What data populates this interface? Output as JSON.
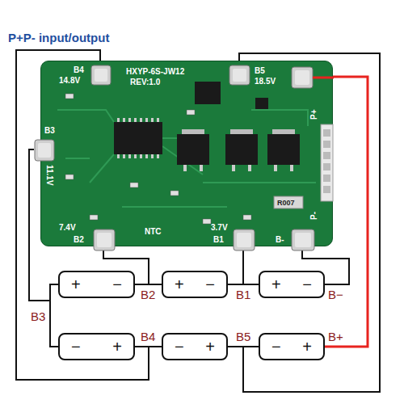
{
  "diagram": {
    "title": "P+P- input/output",
    "nodes": [
      {
        "text": [
          "B4",
          "14.8V",
          "HXYP-6S-JW12",
          "REV:1.0",
          "B5",
          "18.5V",
          "P+",
          "B3",
          "11.1V",
          "P-",
          "R007",
          "7.4V",
          "B2",
          "NTC",
          "3.7V",
          "B1",
          "B-"
        ]
      },
      {
        "text": [
          "+",
          "−"
        ]
      },
      {
        "text": [
          "+",
          "−"
        ]
      },
      {
        "text": [
          "+",
          "−"
        ]
      },
      {
        "text": [
          "−",
          "+"
        ]
      },
      {
        "text": [
          "−",
          "+"
        ]
      },
      {
        "text": [
          "−",
          "+"
        ]
      }
    ],
    "edges": [
      {
        "from": 1,
        "to": 2,
        "arrow": "none"
      },
      {
        "from": 2,
        "to": 3,
        "arrow": "none"
      },
      {
        "from": 1,
        "to": 4,
        "arrow": "none"
      },
      {
        "from": 4,
        "to": 5,
        "arrow": "none"
      },
      {
        "from": 5,
        "to": 6,
        "arrow": "none"
      },
      {
        "from": 0,
        "to": 3,
        "arrow": "none"
      },
      {
        "from": 0,
        "to": 6,
        "arrow": "none"
      }
    ],
    "labels": [
      "B2",
      "B1",
      "B−",
      "B3",
      "B4",
      "B5",
      "B+"
    ]
  }
}
